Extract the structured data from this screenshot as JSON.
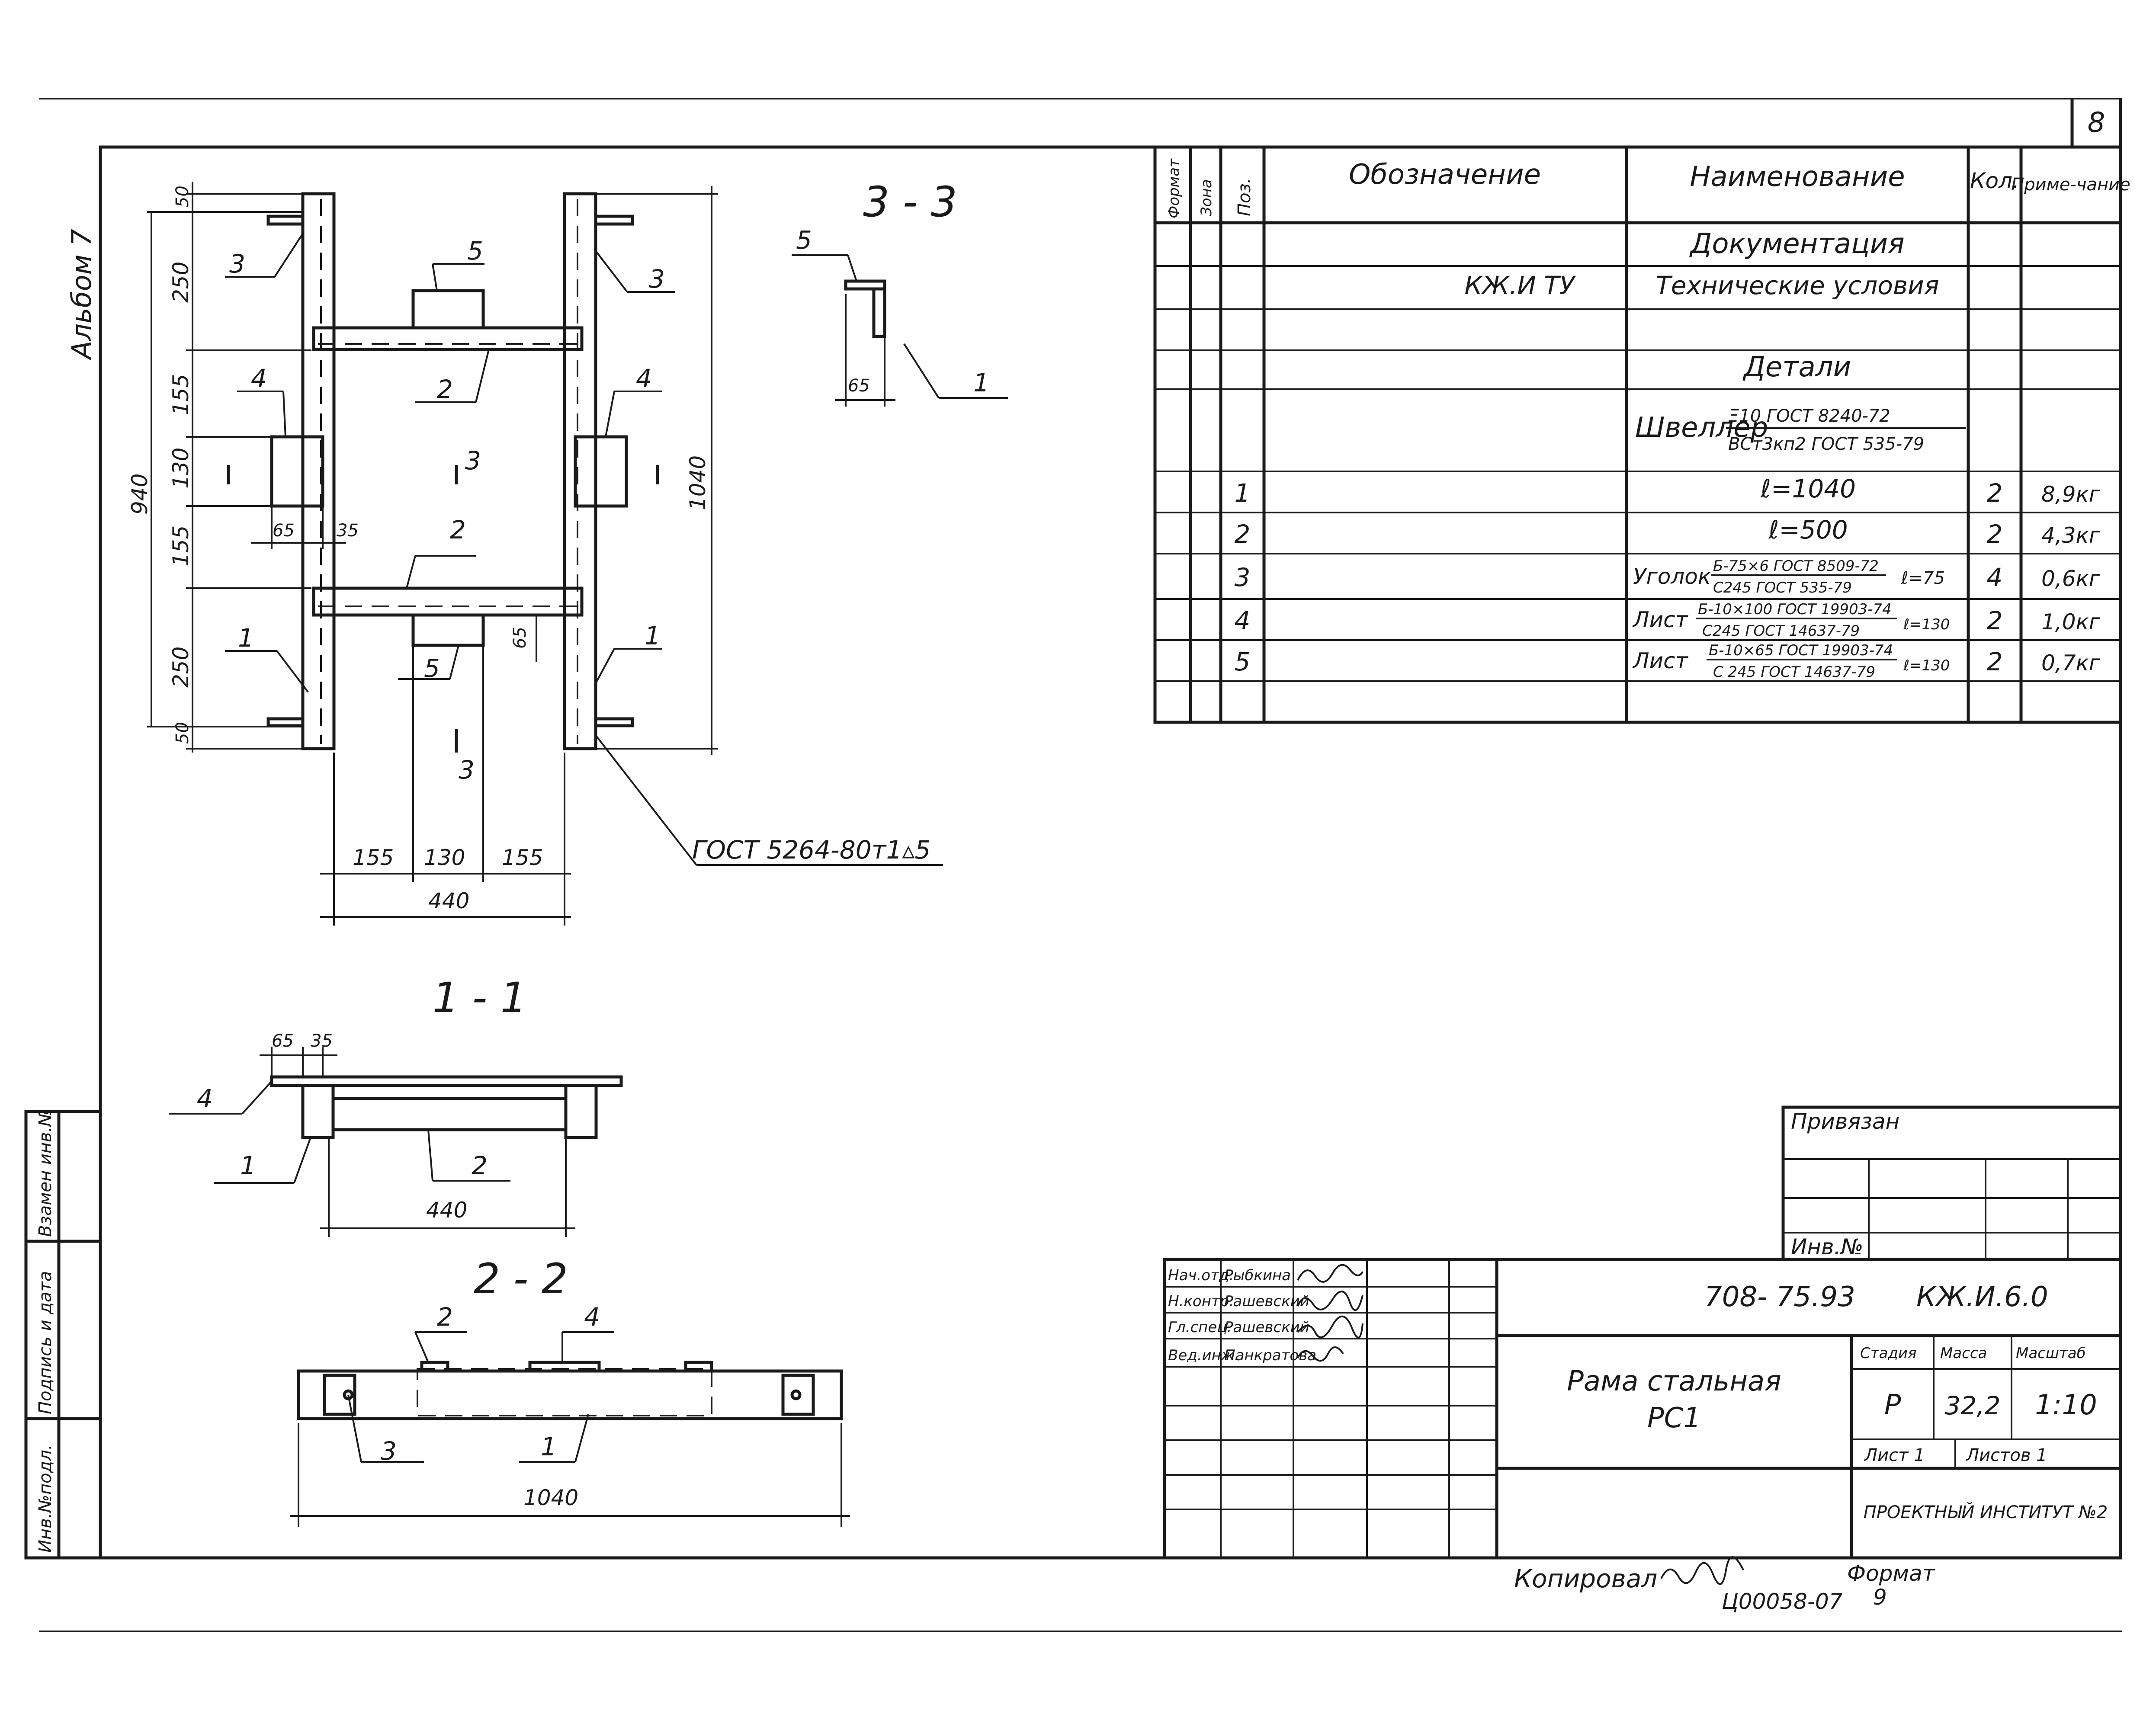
{
  "sheet_number": "8",
  "album": "Альбом 7",
  "side_stamp": [
    "Инв.№подл.",
    "Подпись и дата",
    "Взамен инв.№"
  ],
  "drawing": {
    "section_33": "3 - 3",
    "section_11": "1 - 1",
    "section_22": "2 - 2",
    "weld_note": "ГОСТ 5264-80т1▵5",
    "dims": {
      "d50": "50",
      "d250": "250",
      "d155": "155",
      "d130": "130",
      "d940": "940",
      "d1040": "1040",
      "d65": "65",
      "d35": "35",
      "d440": "440"
    },
    "pos": {
      "p1": "1",
      "p2": "2",
      "p3": "3",
      "p4": "4",
      "p5": "5"
    },
    "cut_mark": "3"
  },
  "spec": {
    "headers": {
      "format": "Формат",
      "zone": "Зона",
      "pos": "Поз.",
      "designation": "Обозначение",
      "name": "Наименование",
      "qty": "Кол.",
      "note": "Приме-чание"
    },
    "sections": {
      "documentation": "Документация",
      "details": "Детали"
    },
    "tu_row": {
      "designation": "КЖ.И ТУ",
      "name": "Технические условия"
    },
    "channel": {
      "name": "Швеллер",
      "top": "Ξ10 ГОСТ 8240-72",
      "bottom": "ВСт3кп2 ГОСТ 535-79"
    },
    "rows": [
      {
        "pos": "1",
        "name": "ℓ=1040",
        "qty": "2",
        "note": "8,9кг"
      },
      {
        "pos": "2",
        "name": "ℓ=500",
        "qty": "2",
        "note": "4,3кг"
      },
      {
        "pos": "3",
        "prefix": "Уголок",
        "top": "Б-75×6 ГОСТ 8509-72",
        "bottom": "С245 ГОСТ 535-79",
        "suffix": "ℓ=75",
        "qty": "4",
        "note": "0,6кг"
      },
      {
        "pos": "4",
        "prefix": "Лист",
        "top": "Б-10×100 ГОСТ 19903-74",
        "bottom": "С245 ГОСТ 14637-79",
        "suffix": "ℓ=130",
        "qty": "2",
        "note": "1,0кг"
      },
      {
        "pos": "5",
        "prefix": "Лист",
        "top": "Б-10×65 ГОСТ 19903-74",
        "bottom": "С 245 ГОСТ 14637-79",
        "suffix": "ℓ=130",
        "qty": "2",
        "note": "0,7кг"
      }
    ]
  },
  "binding": {
    "title": "Привязан",
    "inv": "Инв.№"
  },
  "title_block": {
    "code": "708- 75.93",
    "mark": "КЖ.И.6.0",
    "name_line1": "Рама стальная",
    "name_line2": "РС1",
    "stage_label": "Стадия",
    "mass_label": "Масса",
    "scale_label": "Масштаб",
    "stage": "Р",
    "mass": "32,2",
    "scale": "1:10",
    "sheet": "Лист 1",
    "sheets": "Листов 1",
    "org": "ПРОЕКТНЫЙ ИНСТИТУТ №2",
    "staff": [
      {
        "role": "Нач.отд.",
        "name": "Рыбкина"
      },
      {
        "role": "Н.контр.",
        "name": "Рашевский"
      },
      {
        "role": "Гл.спец.",
        "name": "Рашевский"
      },
      {
        "role": "Вед.инж.",
        "name": "Панкратова"
      }
    ]
  },
  "footer": {
    "copied": "Копировал",
    "format_label": "Формат",
    "order": "Ц00058-07",
    "format_value": "9"
  }
}
